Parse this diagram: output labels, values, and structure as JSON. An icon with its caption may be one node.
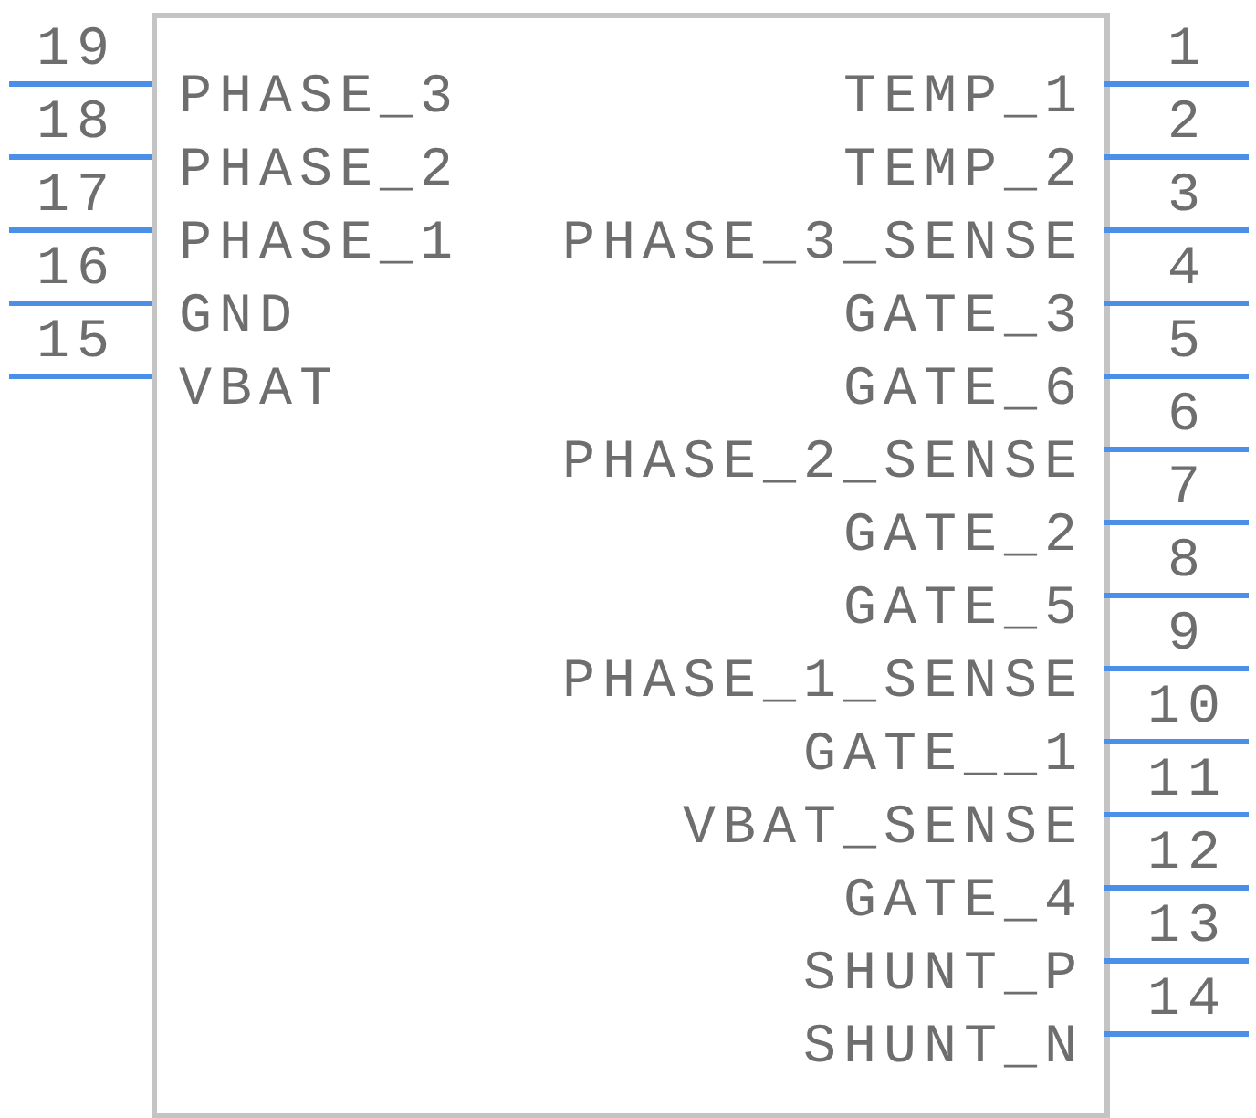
{
  "diagram": {
    "nodes": [
      {
        "text": [],
        "shape": "box"
      }
    ],
    "labels": [
      "19",
      "PHASE_3",
      "18",
      "PHASE_2",
      "17",
      "PHASE_1",
      "16",
      "GND",
      "15",
      "VBAT",
      "1",
      "TEMP_1",
      "2",
      "TEMP_2",
      "3",
      "PHASE_3_SENSE",
      "4",
      "GATE_3",
      "5",
      "GATE_6",
      "6",
      "PHASE_2_SENSE",
      "7",
      "GATE_2",
      "8",
      "GATE_5",
      "9",
      "PHASE_1_SENSE",
      "10",
      "GATE__1",
      "11",
      "VBAT_SENSE",
      "12",
      "GATE_4",
      "13",
      "SHUNT_P",
      "14",
      "SHUNT_N"
    ]
  }
}
